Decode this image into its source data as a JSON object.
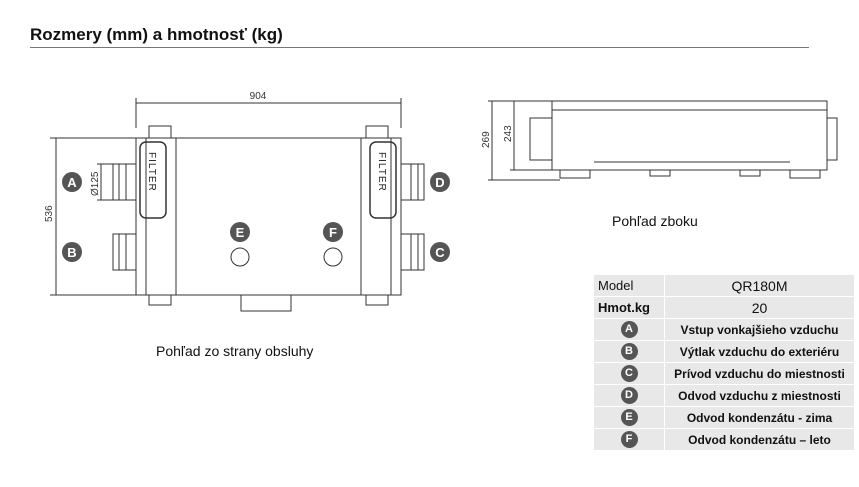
{
  "heading": "Rozmery (mm) a hmotnosť  (kg)",
  "front_view": {
    "caption": "Pohľad zo strany obsluhy",
    "width_dim": "904",
    "height_dim": "536",
    "duct_dim": "Ø125",
    "filter_label": "FILTER",
    "ports": {
      "A": "A",
      "B": "B",
      "C": "C",
      "D": "D",
      "E": "E",
      "F": "F"
    }
  },
  "side_view": {
    "caption": "Pohľad zboku",
    "dim_outer": "269",
    "dim_inner": "243"
  },
  "spec_table": {
    "model_label": "Model",
    "model_value": "QR180M",
    "weight_label": "Hmot.kg",
    "weight_value": "20",
    "legend": [
      {
        "letter": "A",
        "text": "Vstup vonkajšieho vzduchu"
      },
      {
        "letter": "B",
        "text": "Výtlak vzduchu do exteriéru"
      },
      {
        "letter": "C",
        "text": "Prívod vzduchu do miestnosti"
      },
      {
        "letter": "D",
        "text": "Odvod vzduchu z miestnosti"
      },
      {
        "letter": "E",
        "text": "Odvod kondenzátu - zima"
      },
      {
        "letter": "F",
        "text": "Odvod kondenzátu – leto"
      }
    ]
  }
}
